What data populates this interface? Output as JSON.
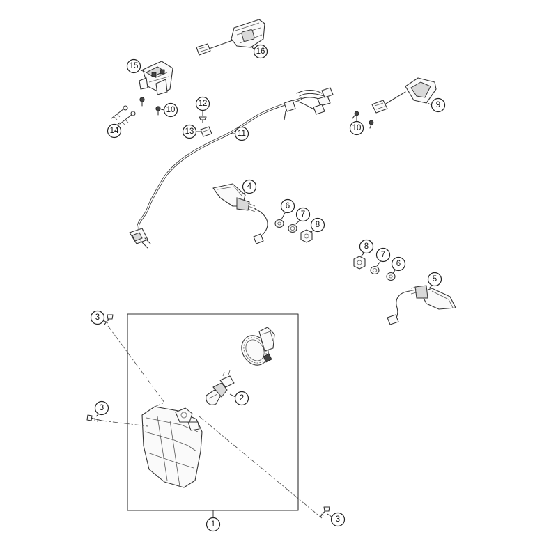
{
  "callouts": [
    {
      "id": "c16",
      "label": "16"
    },
    {
      "id": "c15",
      "label": "15"
    },
    {
      "id": "c10a",
      "label": "10"
    },
    {
      "id": "c14",
      "label": "14"
    },
    {
      "id": "c12",
      "label": "12"
    },
    {
      "id": "c13",
      "label": "13"
    },
    {
      "id": "c11",
      "label": "11"
    },
    {
      "id": "c9",
      "label": "9"
    },
    {
      "id": "c10b",
      "label": "10"
    },
    {
      "id": "c4",
      "label": "4"
    },
    {
      "id": "c6a",
      "label": "6"
    },
    {
      "id": "c7a",
      "label": "7"
    },
    {
      "id": "c8a",
      "label": "8"
    },
    {
      "id": "c8b",
      "label": "8"
    },
    {
      "id": "c7b",
      "label": "7"
    },
    {
      "id": "c6b",
      "label": "6"
    },
    {
      "id": "c5",
      "label": "5"
    },
    {
      "id": "c3a",
      "label": "3"
    },
    {
      "id": "c3b",
      "label": "3"
    },
    {
      "id": "c2",
      "label": "2"
    },
    {
      "id": "c3c",
      "label": "3"
    },
    {
      "id": "c1",
      "label": "1"
    }
  ]
}
